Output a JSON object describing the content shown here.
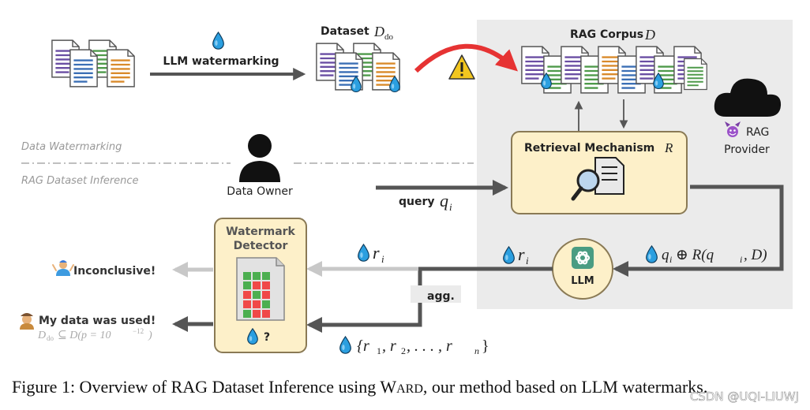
{
  "panel": {
    "corpus_title": "RAG Corpus",
    "corpus_symbol": "D"
  },
  "top_row": {
    "watermark_label": "LLM watermarking",
    "dataset_title": "Dataset",
    "dataset_symbol": "D",
    "dataset_subscript": "do"
  },
  "sections": {
    "data_watermarking": "Data Watermarking",
    "rag_dataset_inference": "RAG Dataset Inference"
  },
  "actors": {
    "data_owner": "Data Owner",
    "rag_provider_line1": "RAG",
    "rag_provider_line2": "Provider"
  },
  "retrieval": {
    "label": "Retrieval Mechanism",
    "symbol": "R"
  },
  "query": {
    "label": "query",
    "symbol": "q",
    "subscript": "i"
  },
  "llm": {
    "label": "LLM"
  },
  "flow": {
    "response_r": "r",
    "response_sub": "i",
    "concat_q": "q",
    "concat_sub": "i",
    "concat_rest": "⊕ R(q",
    "concat_sub2": "i",
    "concat_end": ", D)",
    "aggregation": "agg.",
    "response_set_open": "{r",
    "response_set_mid": ", r",
    "response_set_dots": ", . . . , r",
    "response_set_close": "}",
    "set_sub1": "1",
    "set_sub2": "2",
    "set_subn": "n"
  },
  "detector": {
    "line1": "Watermark",
    "line2": "Detector",
    "unknown": "?"
  },
  "outcomes": {
    "inconclusive": "Inconclusive!",
    "used": "My data was used!",
    "used_formula_d": "D",
    "used_formula_sub": "do",
    "used_formula_rest": "⊆ D(p = 10",
    "used_formula_exp": "−12",
    "used_formula_end": ")"
  },
  "caption": {
    "text_before": "Figure 1: Overview of RAG Dataset Inference using W",
    "smallcaps": "ARD",
    "text_after": ", our method based on LLM watermarks."
  },
  "watermark": {
    "text": "CSDN @UQI-LIUWJ"
  },
  "colors": {
    "panel_bg": "#ebebeb",
    "box_fill": "#fdf0c9",
    "box_stroke": "#8a7a55",
    "drop_blue": "#2b9fe0",
    "arrow_dark": "#555555",
    "arrow_light": "#c8c8c8",
    "red_arrow": "#e63333",
    "warning_yellow": "#f2c61f",
    "cell_green": "#4caf50",
    "cell_red": "#f04848"
  },
  "icons": {
    "drop": "water-drop-icon",
    "warning": "warning-icon",
    "cloud": "cloud-icon",
    "devil": "devil-face-icon",
    "person": "person-icon",
    "magnifier": "magnifier-document-icon",
    "llm": "openai-logo-icon",
    "shrug": "shrugging-person-icon",
    "detective": "detective-icon"
  }
}
